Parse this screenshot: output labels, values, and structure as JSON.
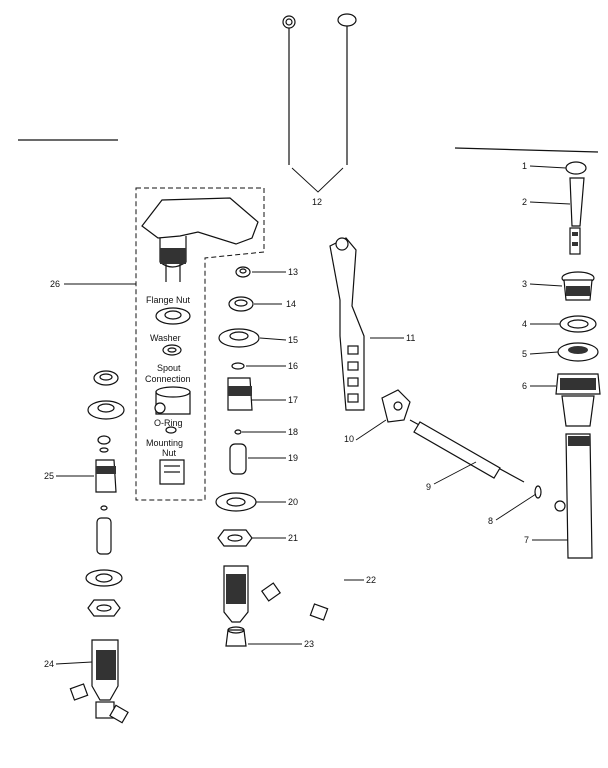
{
  "callouts": [
    "1",
    "2",
    "3",
    "4",
    "5",
    "6",
    "7",
    "8",
    "9",
    "10",
    "11",
    "12",
    "13",
    "14",
    "15",
    "16",
    "17",
    "18",
    "19",
    "20",
    "21",
    "22",
    "23",
    "24",
    "25",
    "26"
  ],
  "captions": {
    "flange_nut": "Flange Nut",
    "washer": "Washer",
    "spout_connection_1": "Spout",
    "spout_connection_2": "Connection",
    "o_ring": "O-Ring",
    "mounting_nut_1": "Mounting",
    "mounting_nut_2": "Nut"
  },
  "colors": {
    "ink": "#111111",
    "paper": "#ffffff"
  }
}
